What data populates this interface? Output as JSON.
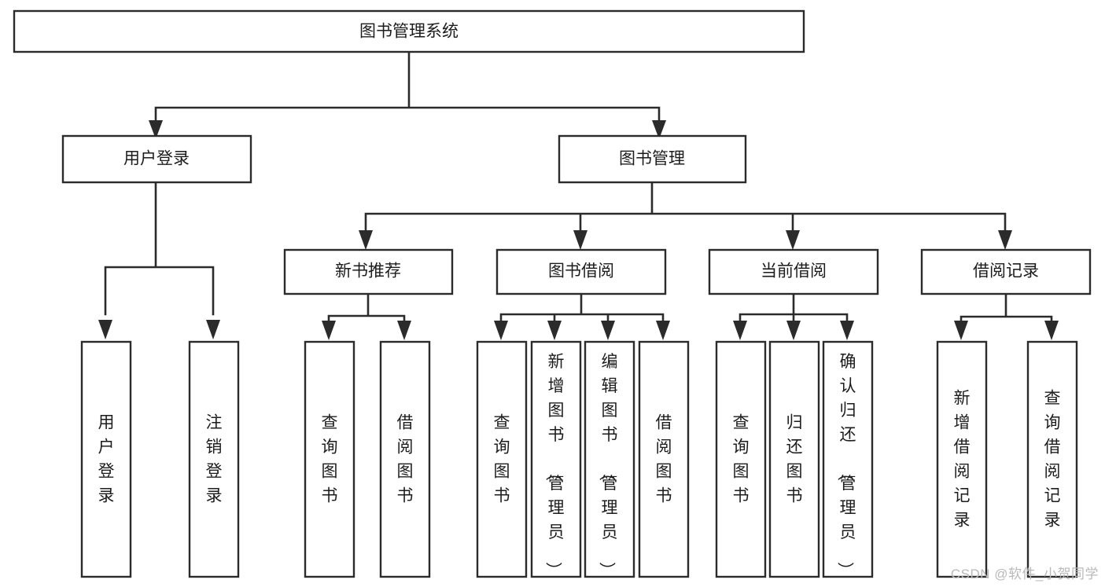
{
  "diagram": {
    "type": "tree-hierarchy",
    "title": "图书管理系统",
    "watermark": "CSDN @软件_小贺同学",
    "colors": {
      "stroke": "#2b2b2b",
      "fill": "#ffffff",
      "text": "#1c1c1c",
      "watermark": "#b9b9b9",
      "background": "#ffffff"
    },
    "root": {
      "id": "root",
      "label": "图书管理系统",
      "orientation": "horizontal"
    },
    "level2": [
      {
        "id": "user-login",
        "label": "用户登录",
        "orientation": "horizontal"
      },
      {
        "id": "book-management",
        "label": "图书管理",
        "orientation": "horizontal"
      }
    ],
    "level3": [
      {
        "id": "new-book-recommend",
        "label": "新书推荐",
        "orientation": "horizontal",
        "parent": "book-management"
      },
      {
        "id": "book-borrow",
        "label": "图书借阅",
        "orientation": "horizontal",
        "parent": "book-management"
      },
      {
        "id": "current-borrow",
        "label": "当前借阅",
        "orientation": "horizontal",
        "parent": "book-management"
      },
      {
        "id": "borrow-record",
        "label": "借阅记录",
        "orientation": "horizontal",
        "parent": "book-management"
      }
    ],
    "leaves": [
      {
        "id": "leaf-user-login",
        "label": "用户登录",
        "orientation": "vertical",
        "parent": "user-login"
      },
      {
        "id": "leaf-logout-login",
        "label": "注销登录",
        "orientation": "vertical",
        "parent": "user-login"
      },
      {
        "id": "leaf-query-book-1",
        "label": "查询图书",
        "orientation": "vertical",
        "parent": "new-book-recommend"
      },
      {
        "id": "leaf-borrow-book-1",
        "label": "借阅图书",
        "orientation": "vertical",
        "parent": "new-book-recommend"
      },
      {
        "id": "leaf-query-book-2",
        "label": "查询图书",
        "orientation": "vertical",
        "parent": "book-borrow"
      },
      {
        "id": "leaf-add-book",
        "label": "新增图书（管理员）",
        "orientation": "vertical",
        "parent": "book-borrow"
      },
      {
        "id": "leaf-edit-book",
        "label": "编辑图书（管理员）",
        "orientation": "vertical",
        "parent": "book-borrow"
      },
      {
        "id": "leaf-borrow-book-2",
        "label": "借阅图书",
        "orientation": "vertical",
        "parent": "book-borrow"
      },
      {
        "id": "leaf-query-book-3",
        "label": "查询图书",
        "orientation": "vertical",
        "parent": "current-borrow"
      },
      {
        "id": "leaf-return-book",
        "label": "归还图书",
        "orientation": "vertical",
        "parent": "current-borrow"
      },
      {
        "id": "leaf-confirm-return",
        "label": "确认归还（管理员）",
        "orientation": "vertical",
        "parent": "current-borrow"
      },
      {
        "id": "leaf-add-record",
        "label": "新增借阅记录",
        "orientation": "vertical",
        "parent": "borrow-record"
      },
      {
        "id": "leaf-query-record",
        "label": "查询借阅记录",
        "orientation": "vertical",
        "parent": "borrow-record"
      }
    ]
  }
}
